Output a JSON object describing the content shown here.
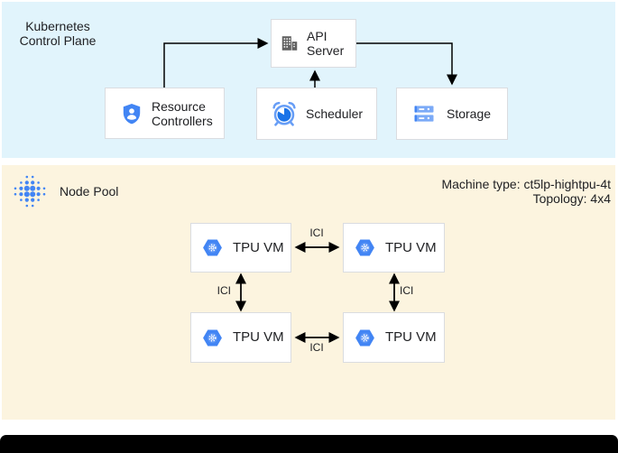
{
  "control_plane": {
    "title": "Kubernetes Control Plane",
    "api_server": {
      "label": "API Server",
      "icon": "building-icon"
    },
    "resource_controllers": {
      "label": "Resource Controllers",
      "icon": "shield-user-icon"
    },
    "scheduler": {
      "label": "Scheduler",
      "icon": "alarm-clock-icon"
    },
    "storage": {
      "label": "Storage",
      "icon": "server-stack-icon"
    }
  },
  "node_pool": {
    "title": "Node Pool",
    "icon": "tpu-dots-icon",
    "machine_type": "Machine type: ct5lp-hightpu-4t",
    "topology": "Topology: 4x4",
    "vms": [
      {
        "label": "TPU VM"
      },
      {
        "label": "TPU VM"
      },
      {
        "label": "TPU VM"
      },
      {
        "label": "TPU VM"
      }
    ],
    "interconnect_label": "ICI"
  },
  "colors": {
    "control_plane_bg": "#E1F4FC",
    "node_pool_bg": "#FCF4DF",
    "box_border": "#DADCE0",
    "google_blue": "#4285F4",
    "icon_blue_light": "#669DF6",
    "clock_face_blue": "#1A73E8",
    "storage_blue": "#7BAAF7",
    "building_gray": "#616161",
    "text": "#202124",
    "arrow": "#000000"
  }
}
